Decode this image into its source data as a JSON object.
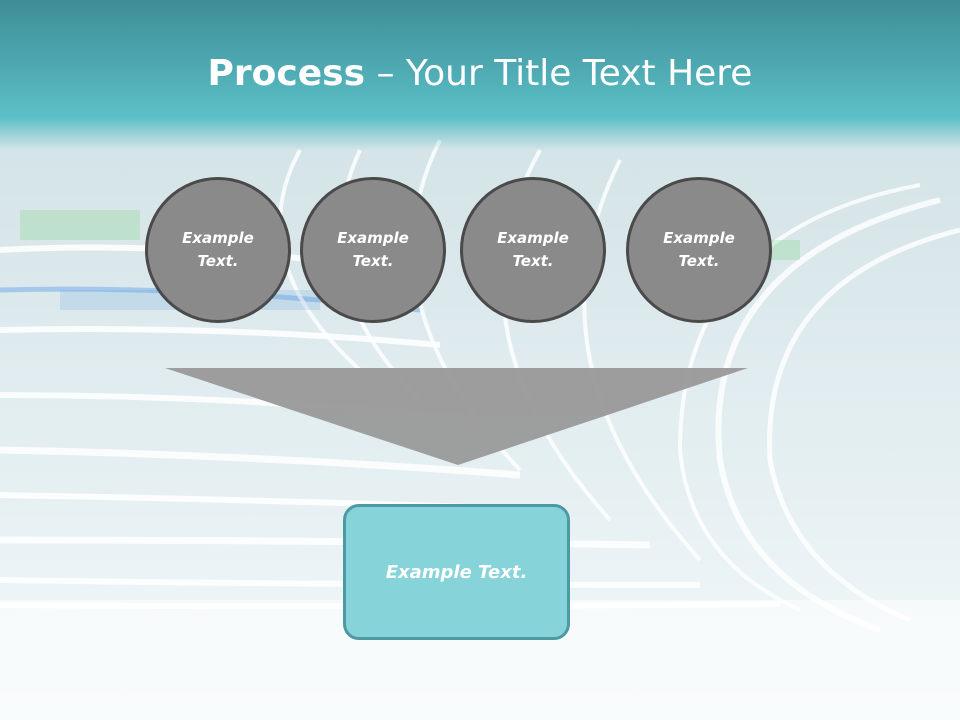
{
  "title": {
    "bold_part": "Process",
    "separator": " – ",
    "rest": "Your Title Text Here"
  },
  "circles": [
    {
      "text": "Example Text."
    },
    {
      "text": "Example Text."
    },
    {
      "text": "Example Text."
    },
    {
      "text": "Example Text."
    }
  ],
  "result": {
    "text": "Example Text."
  },
  "colors": {
    "title_band": "#4ea9b2",
    "circle_fill": "#8a8a8a",
    "circle_border": "#4a4a4a",
    "funnel": "#999999",
    "result_fill": "#86d3da",
    "result_border": "#4f9aa2"
  }
}
